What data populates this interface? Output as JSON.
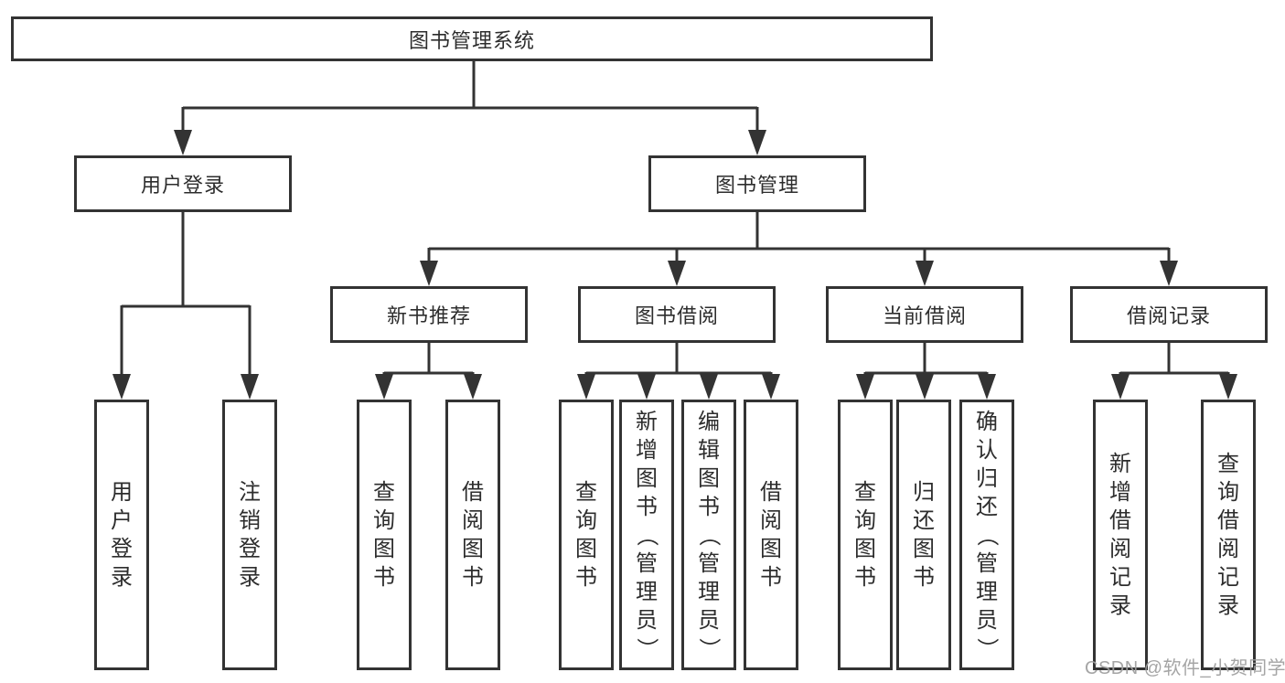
{
  "diagram": {
    "root": {
      "label": "图书管理系统"
    },
    "level2": [
      {
        "label": "用户登录",
        "children": [
          {
            "label": "用户登录"
          },
          {
            "label": "注销登录"
          }
        ]
      },
      {
        "label": "图书管理",
        "modules": [
          {
            "label": "新书推荐",
            "children": [
              {
                "label": "查询图书"
              },
              {
                "label": "借阅图书"
              }
            ]
          },
          {
            "label": "图书借阅",
            "children": [
              {
                "label": "查询图书"
              },
              {
                "label": "新增图书（管理员）"
              },
              {
                "label": "编辑图书（管理员）"
              },
              {
                "label": "借阅图书"
              }
            ]
          },
          {
            "label": "当前借阅",
            "children": [
              {
                "label": "查询图书"
              },
              {
                "label": "归还图书"
              },
              {
                "label": "确认归还（管理员）"
              }
            ]
          },
          {
            "label": "借阅记录",
            "children": [
              {
                "label": "新增借阅记录"
              },
              {
                "label": "查询借阅记录"
              }
            ]
          }
        ]
      }
    ]
  },
  "watermark": {
    "text": "CSDN @软件_小贺同学"
  },
  "colors": {
    "line": "#333333",
    "text": "#2d2d2d",
    "watermark": "#a0a0a0"
  }
}
